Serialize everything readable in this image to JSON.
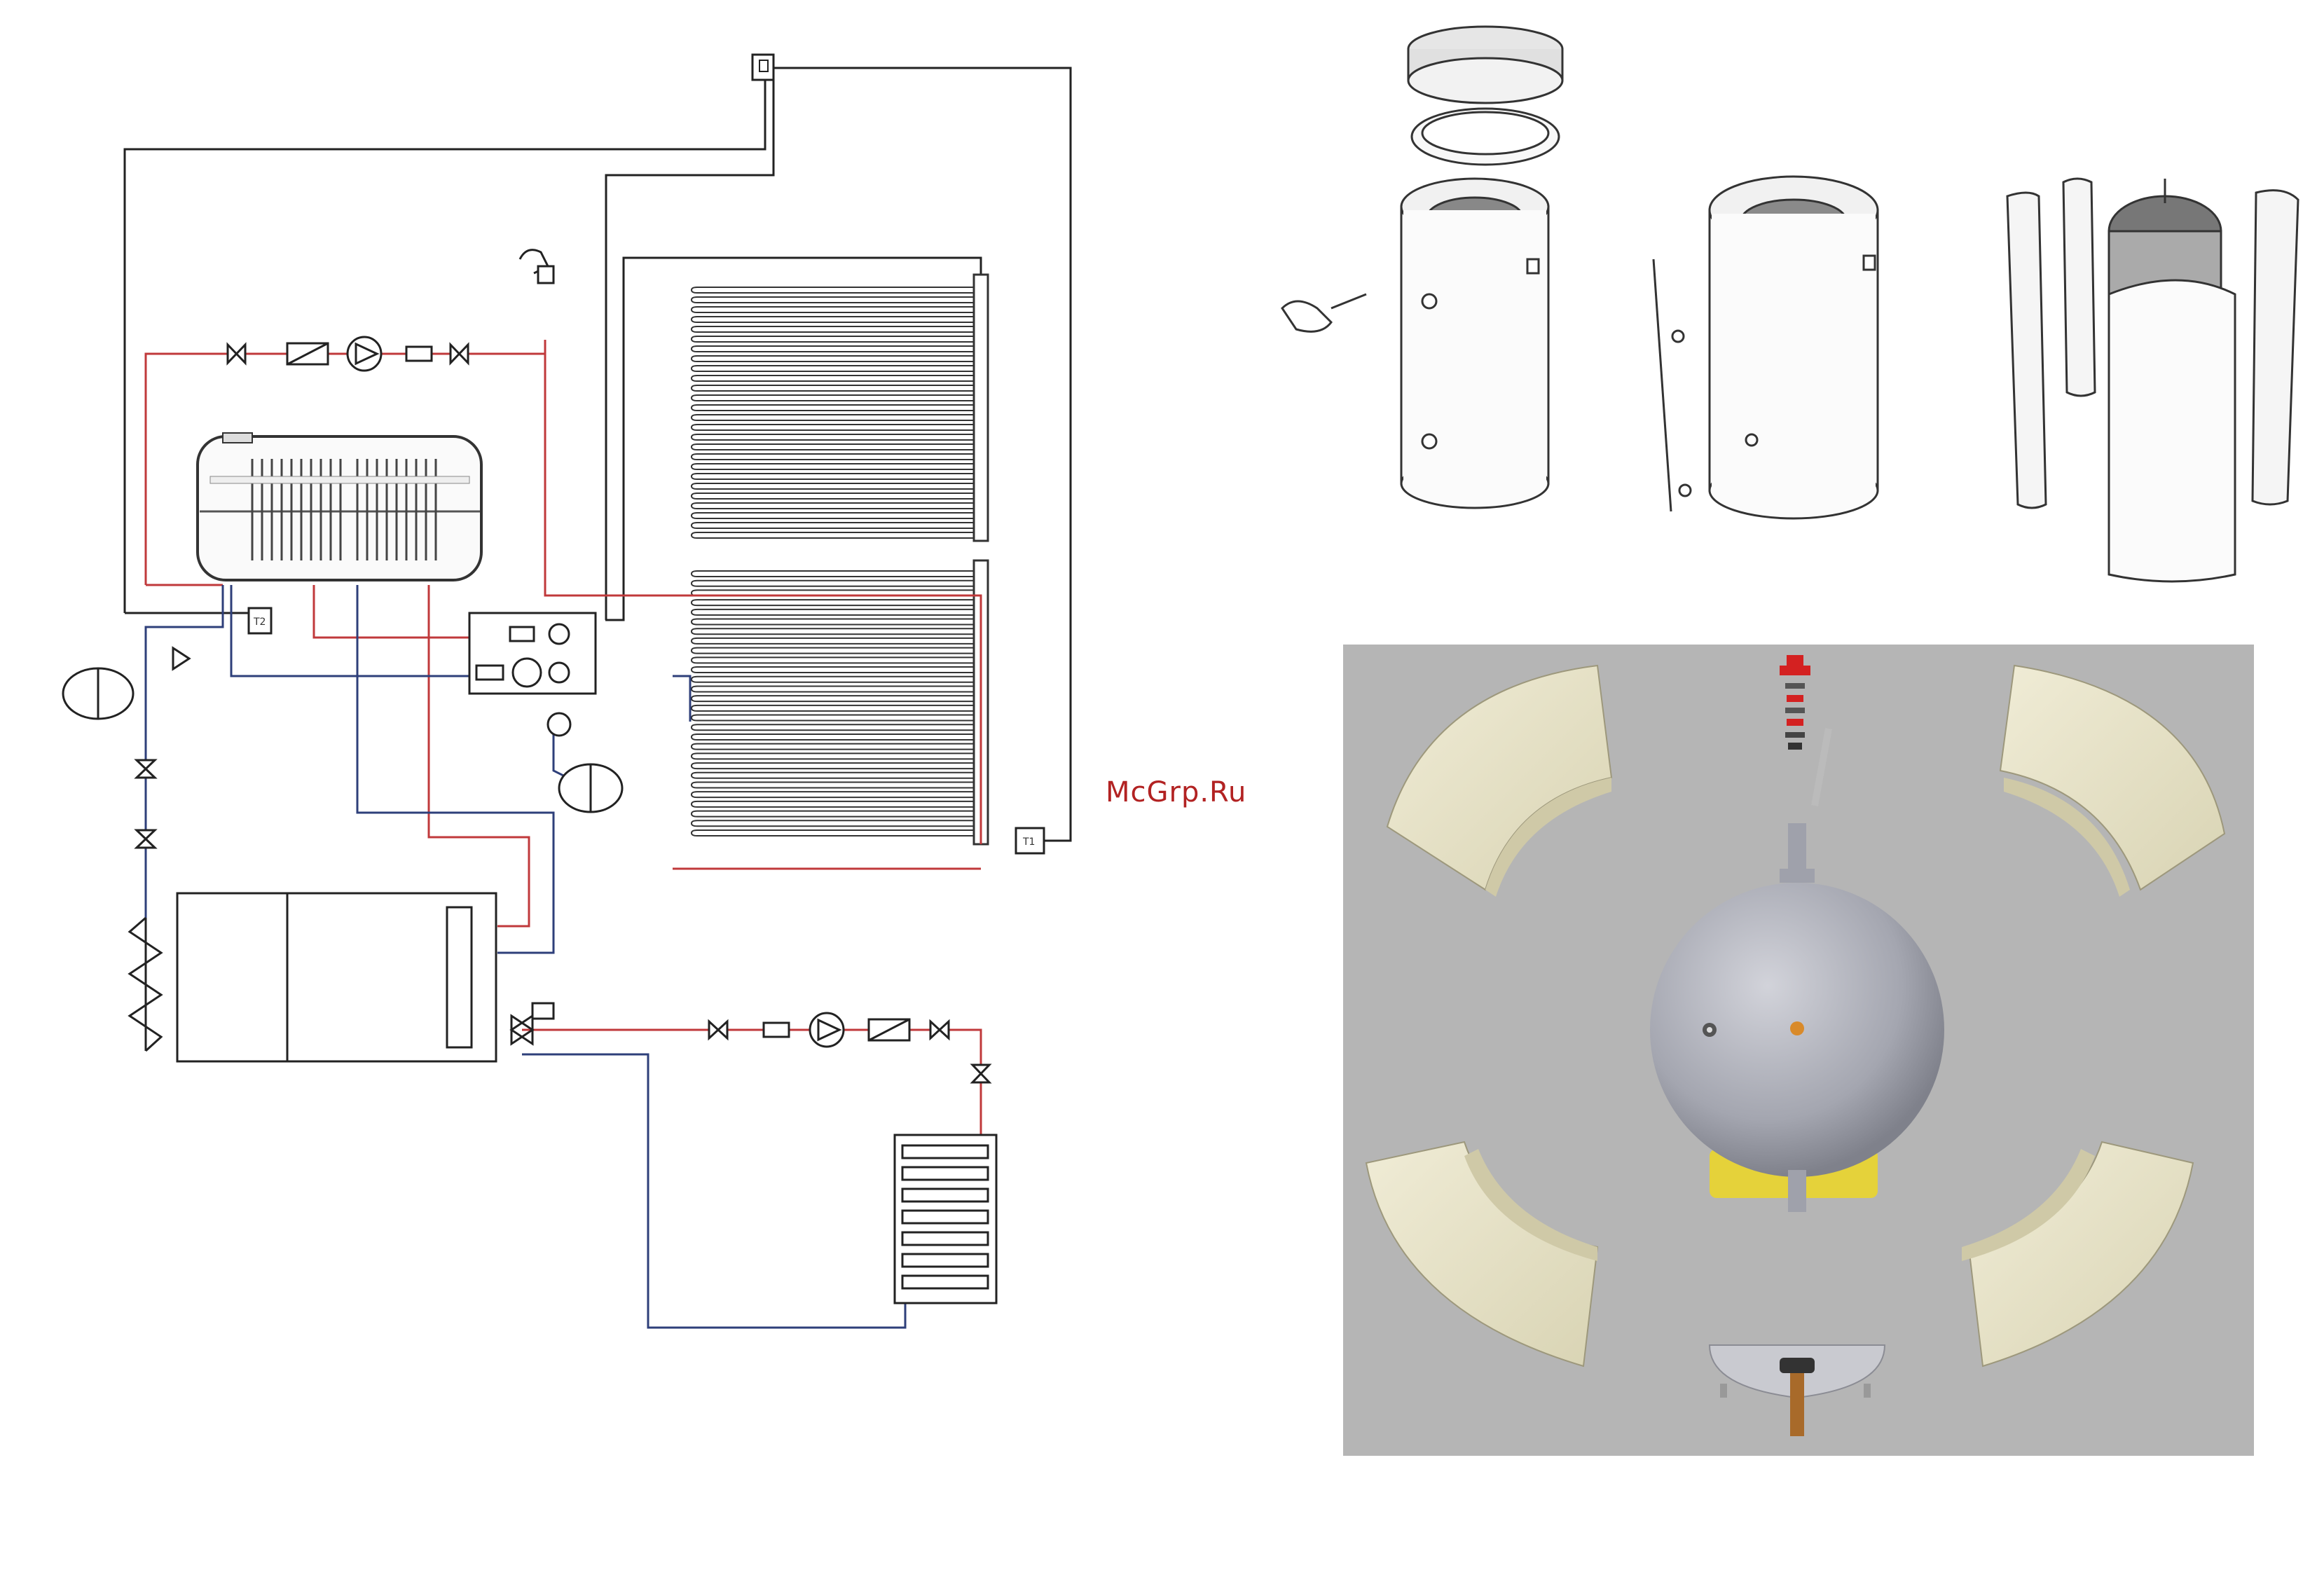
{
  "watermark": "McGrp.Ru",
  "schematic": {
    "sensors": [
      {
        "id": "T1",
        "label": "T1"
      },
      {
        "id": "T2",
        "label": "T2"
      }
    ]
  },
  "colors": {
    "supply_line": "#c0393b",
    "return_line": "#2e3f7a",
    "control_line": "#222222",
    "render_background": "#b5b5b5",
    "insulation": "#e8e4c9",
    "tank_metal": "#a7a9b3",
    "tank_base": "#e5d23a",
    "valve_red": "#d42121"
  },
  "panels": {
    "exploded_view_title": "",
    "render_view_title": ""
  }
}
